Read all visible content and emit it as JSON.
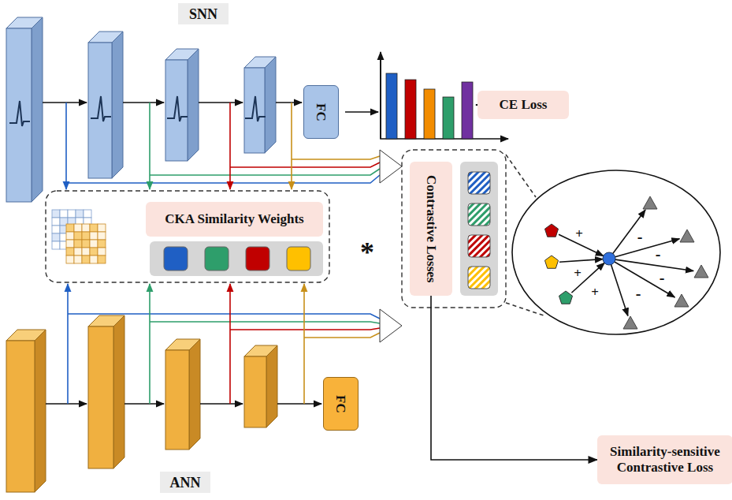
{
  "diagram": {
    "nodes": [
      {
        "text": [
          "FC"
        ]
      },
      {
        "text": [
          "CE Loss"
        ]
      },
      {
        "text": [
          "CKA Similarity Weights"
        ]
      },
      {
        "text": [
          "Contrastive Losses"
        ]
      },
      {
        "text": [
          "Similarity-sensitive Contrastive Loss"
        ]
      },
      {
        "text": [
          "FC"
        ]
      }
    ],
    "edges": [
      {
        "from": 3,
        "to": 4,
        "arrow": "to"
      }
    ],
    "labels": [
      "SNN",
      "ANN",
      "*",
      "+",
      "+",
      "+",
      "-",
      "-",
      "-",
      "-"
    ]
  }
}
